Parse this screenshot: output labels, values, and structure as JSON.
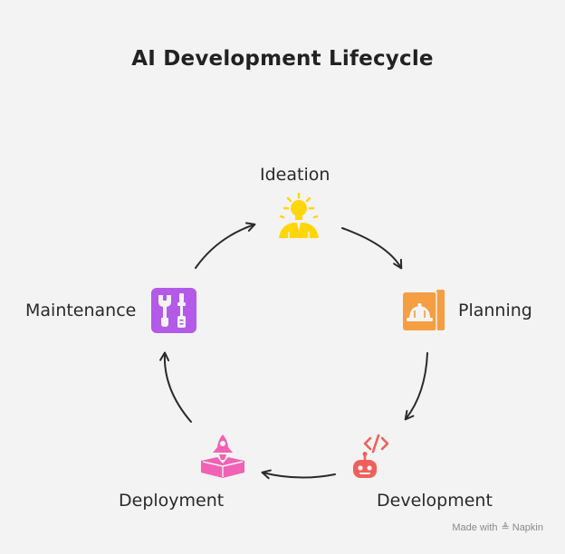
{
  "diagram": {
    "title": "AI Development Lifecycle",
    "type": "cycle",
    "stages": [
      {
        "label": "Ideation",
        "icon": "lightbulb-person-icon",
        "color": "#FFD60A"
      },
      {
        "label": "Planning",
        "icon": "hardhat-blueprint-icon",
        "color": "#F59E42"
      },
      {
        "label": "Development",
        "icon": "robot-code-icon",
        "color": "#F0605A"
      },
      {
        "label": "Deployment",
        "icon": "rocket-launch-icon",
        "color": "#F062B4"
      },
      {
        "label": "Maintenance",
        "icon": "tools-icon",
        "color": "#B35AE8"
      }
    ],
    "arrow_color": "#2a2a2a"
  },
  "footer": {
    "made_with": "Made with",
    "brand": "Napkin"
  }
}
